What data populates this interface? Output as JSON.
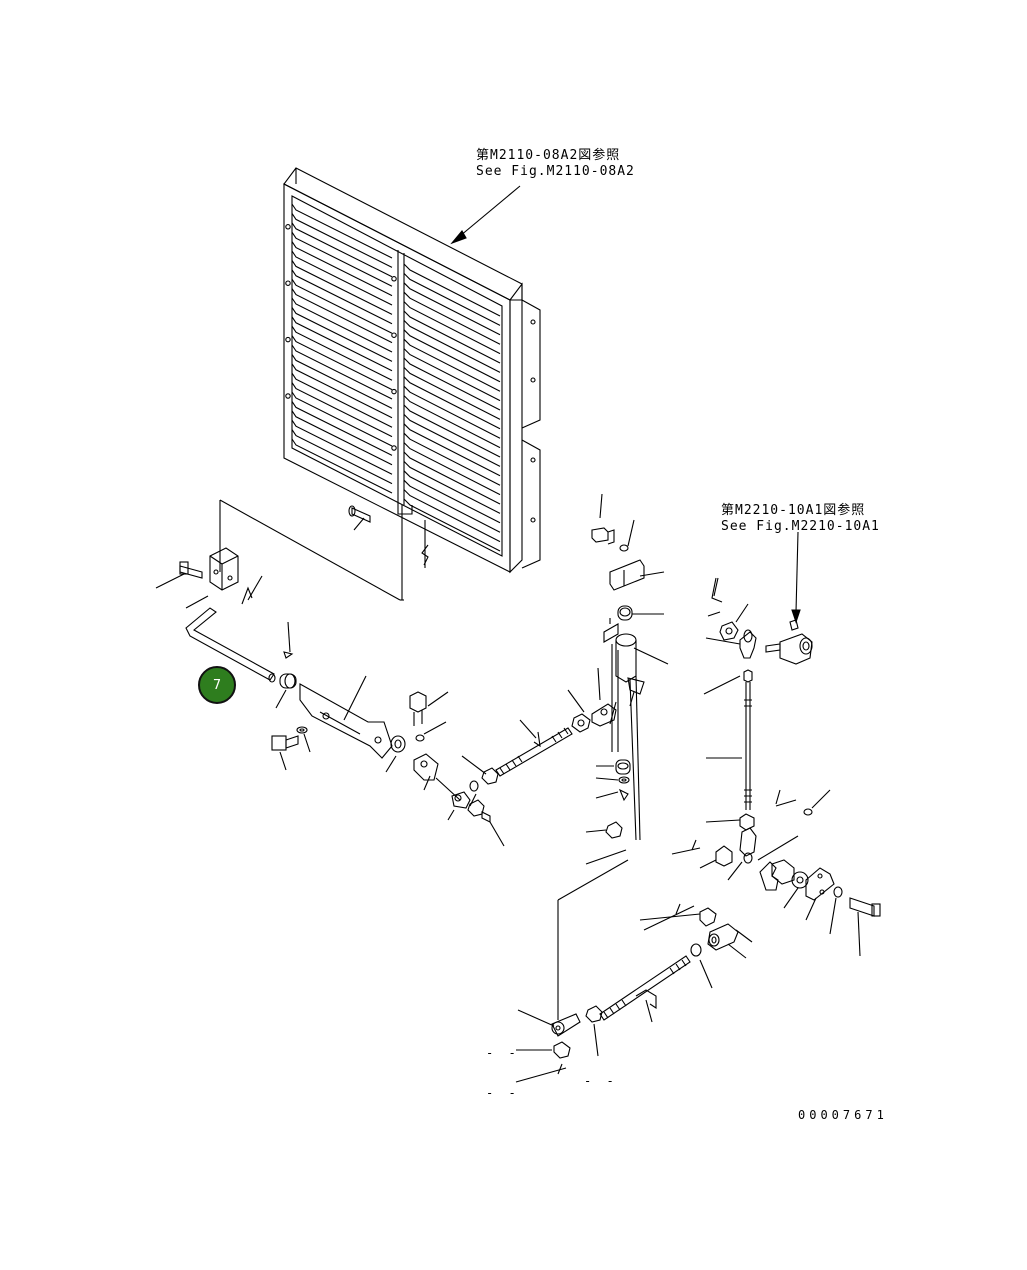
{
  "references": {
    "top": {
      "jp": "第M2110-08A2図参照",
      "en": "See Fig.M2110-08A2"
    },
    "right": {
      "jp": "第M2210-10A1図参照",
      "en": "See Fig.M2210-10A1"
    }
  },
  "drawing_number": "00007671",
  "callout": {
    "label": "7"
  },
  "dash_marks": {
    "a": "- -",
    "b": "- -",
    "c": "- -"
  }
}
